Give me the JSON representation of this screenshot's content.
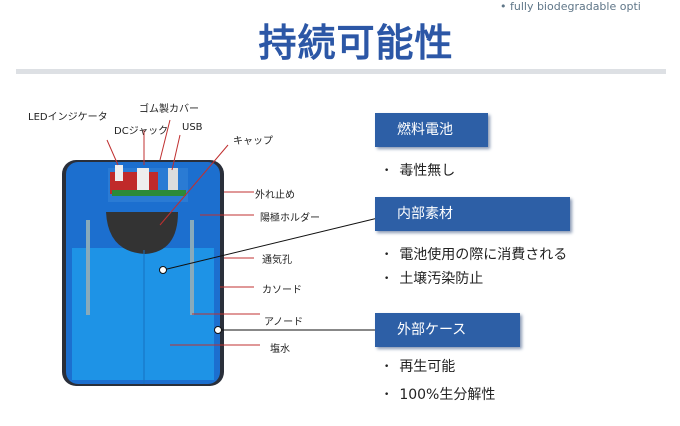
{
  "header": {
    "title": "持続可能性",
    "top_note": "• fully biodegradable opti"
  },
  "diagram": {
    "labels": {
      "led": "LEDインジケータ",
      "rubber": "ゴム製カバー",
      "dc": "DCジャック",
      "usb": "USB",
      "cap": "キャップ",
      "stopper": "外れ止め",
      "anode_holder": "陽極ホルダー",
      "vent": "通気孔",
      "cathode": "カソード",
      "anode": "アノード",
      "saltwater": "塩水"
    }
  },
  "sections": [
    {
      "heading": "燃料電池",
      "bullets": [
        "毒性無し"
      ]
    },
    {
      "heading": "内部素材",
      "bullets": [
        "電池使用の際に消費される",
        "土壌汚染防止"
      ]
    },
    {
      "heading": "外部ケース",
      "bullets": [
        "再生可能",
        "100%生分解性"
      ]
    }
  ],
  "colors": {
    "accent": "#2d5fa6",
    "device": "#1f8fe0"
  }
}
